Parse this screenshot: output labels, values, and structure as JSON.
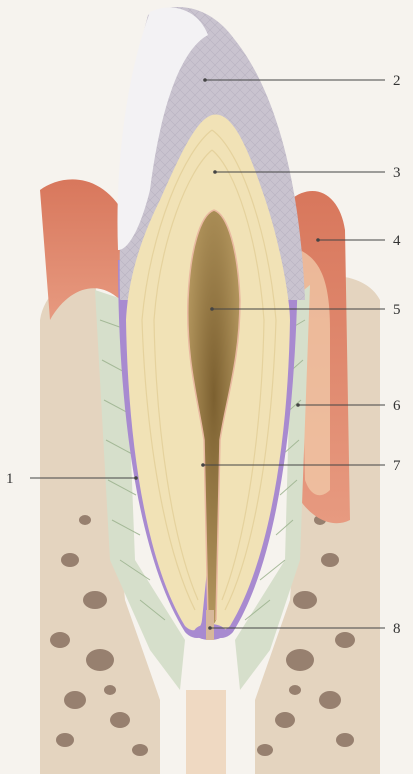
{
  "labels": [
    {
      "id": "1",
      "text": "1"
    },
    {
      "id": "2",
      "text": "2"
    },
    {
      "id": "3",
      "text": "3"
    },
    {
      "id": "4",
      "text": "4"
    },
    {
      "id": "5",
      "text": "5"
    },
    {
      "id": "6",
      "text": "6"
    },
    {
      "id": "7",
      "text": "7"
    },
    {
      "id": "8",
      "text": "8"
    }
  ],
  "colors": {
    "background": "#f6f3ee",
    "enamel": "#c7c2cc",
    "enamel_highlight": "#f2f1f3",
    "dentin": "#f1e2b6",
    "pulp": "#9c8450",
    "cementum": "#a88ad0",
    "gingiva": "#d9826a",
    "bone": "#e6d7c3",
    "ligament": "#cfd9c4",
    "leader_line": "#444444"
  }
}
